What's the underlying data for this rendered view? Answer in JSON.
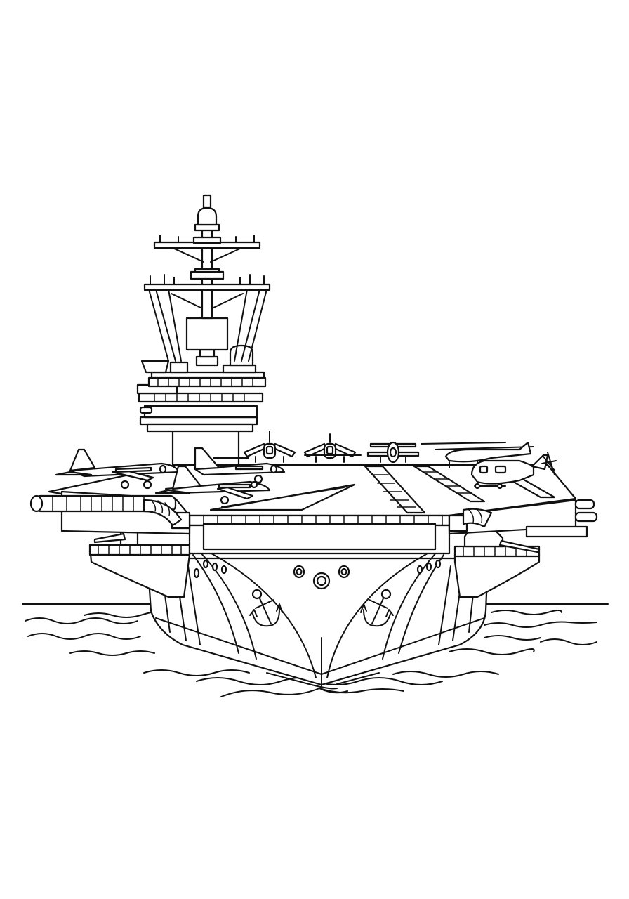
{
  "artwork": {
    "title": "Aircraft carrier coloring page",
    "subject": "aircraft-carrier",
    "style": "black line art on white",
    "colors": {
      "background": "#ffffff",
      "line": "#111111"
    },
    "elements": {
      "island": "island-superstructure-with-mast-and-radar",
      "flight_deck": "angled-flight-deck",
      "aircraft_count": 7,
      "helicopters": 2,
      "anchors": 2,
      "portholes_center": 3,
      "water": "wavy-sea-lines"
    }
  }
}
